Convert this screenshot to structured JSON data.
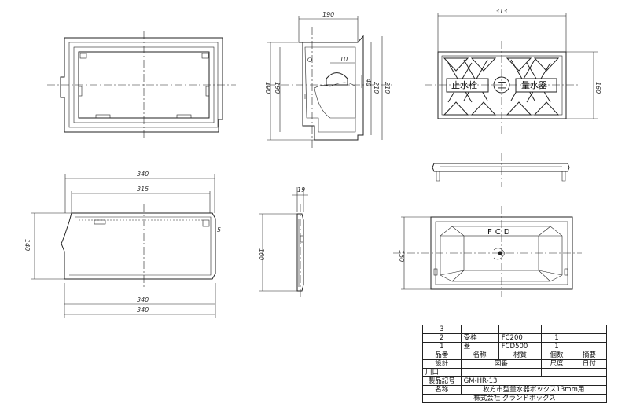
{
  "dimensions": {
    "top_left_w": "340",
    "top_left_in": "315",
    "top_left_h": "140",
    "top_left_b1": "340",
    "top_left_b2": "340",
    "top_left_s": "5",
    "mid_top": "190",
    "mid_left_a": "190",
    "mid_left_b": "190",
    "mid_right_a": "210",
    "mid_right_b": "210",
    "mid_10": "10",
    "mid_40": "40",
    "right_top": "313",
    "right_h": "160",
    "side_w": "19",
    "side_h": "160",
    "bottom_right_h": "150"
  },
  "cover_text": {
    "left": "止水栓",
    "center": "工",
    "right": "量水器",
    "fcd": "FCD"
  },
  "title_block": {
    "rows": [
      {
        "no": "3",
        "name": "",
        "material": "",
        "qty": "",
        "note": ""
      },
      {
        "no": "2",
        "name": "受枠",
        "material": "FC200",
        "qty": "1",
        "note": ""
      },
      {
        "no": "1",
        "name": "蓋",
        "material": "FCD500",
        "qty": "1",
        "note": ""
      }
    ],
    "header": {
      "no": "品番",
      "name": "名称",
      "material": "材質",
      "qty": "個数",
      "note": "摘要"
    },
    "design_label": "設計",
    "drawing_no_label": "図番",
    "scale_label": "尺度",
    "date_label": "日付",
    "designer": "川口",
    "product_code_label": "製品記号",
    "product_code": "GM-HR-13",
    "name_label": "名称",
    "product_name": "枚方市型量水器ボックス13mm用",
    "company": "株式会社 グランドボックス"
  }
}
